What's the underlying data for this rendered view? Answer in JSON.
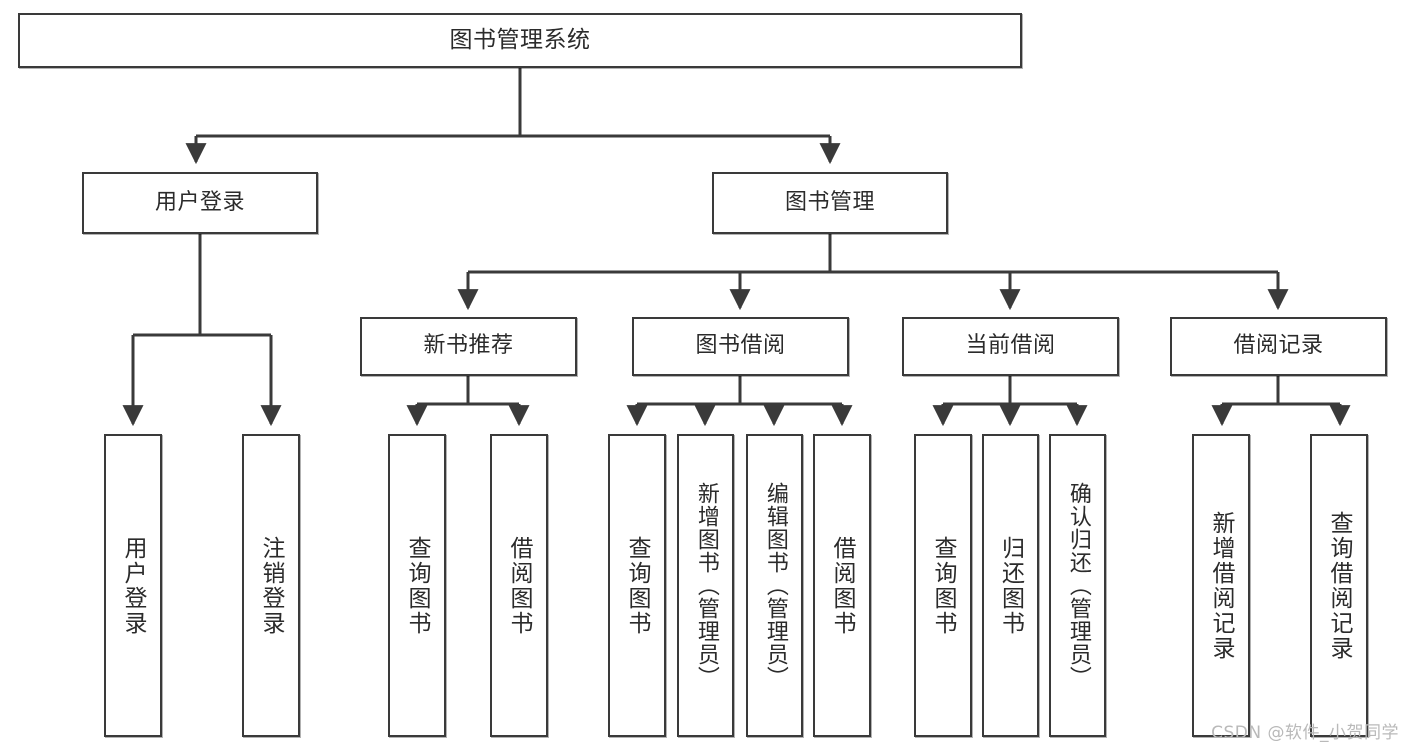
{
  "diagram": {
    "title": "图书管理系统",
    "type": "function-structure-tree",
    "watermark": "CSDN @软件_小贺同学",
    "stroke_color": "#3a3a3a",
    "background_color": "#ffffff",
    "text_color": "#2b2b2b"
  },
  "nodes": {
    "root": {
      "label": "图书管理系统",
      "level": 1
    },
    "level2": [
      {
        "id": "user-login",
        "label": "用户登录"
      },
      {
        "id": "book-manage",
        "label": "图书管理"
      }
    ],
    "level3": [
      {
        "id": "new-book-rec",
        "label": "新书推荐",
        "parent": "book-manage"
      },
      {
        "id": "book-borrow",
        "label": "图书借阅",
        "parent": "book-manage"
      },
      {
        "id": "current-borrow",
        "label": "当前借阅",
        "parent": "book-manage"
      },
      {
        "id": "borrow-record",
        "label": "借阅记录",
        "parent": "book-manage"
      }
    ],
    "leaves": [
      {
        "id": "leaf-user-login",
        "label": "用户登录",
        "parent": "user-login"
      },
      {
        "id": "leaf-user-logout",
        "label": "注销登录",
        "parent": "user-login"
      },
      {
        "id": "leaf-query-book-1",
        "label": "查询图书",
        "parent": "new-book-rec"
      },
      {
        "id": "leaf-borrow-book-1",
        "label": "借阅图书",
        "parent": "new-book-rec"
      },
      {
        "id": "leaf-query-book-2",
        "label": "查询图书",
        "parent": "book-borrow"
      },
      {
        "id": "leaf-add-book",
        "label": "新增图书（管理员）",
        "parent": "book-borrow"
      },
      {
        "id": "leaf-edit-book",
        "label": "编辑图书（管理员）",
        "parent": "book-borrow"
      },
      {
        "id": "leaf-borrow-book-2",
        "label": "借阅图书",
        "parent": "book-borrow"
      },
      {
        "id": "leaf-query-book-3",
        "label": "查询图书",
        "parent": "current-borrow"
      },
      {
        "id": "leaf-return-book",
        "label": "归还图书",
        "parent": "current-borrow"
      },
      {
        "id": "leaf-confirm-return",
        "label": "确认归还（管理员）",
        "parent": "current-borrow"
      },
      {
        "id": "leaf-add-record",
        "label": "新增借阅记录",
        "parent": "borrow-record"
      },
      {
        "id": "leaf-query-record",
        "label": "查询借阅记录",
        "parent": "borrow-record"
      }
    ]
  }
}
